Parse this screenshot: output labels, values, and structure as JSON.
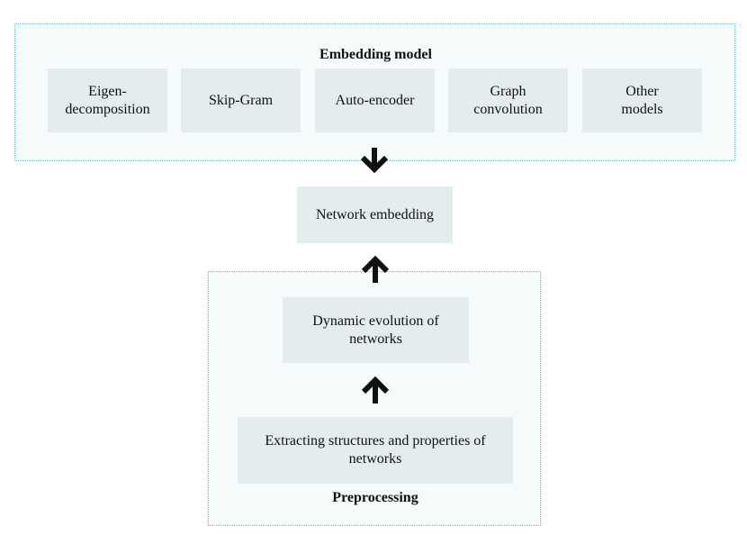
{
  "embedding_group": {
    "title": "Embedding model",
    "models": [
      {
        "label": "Eigen-\ndecomposition"
      },
      {
        "label": "Skip-Gram"
      },
      {
        "label": "Auto-encoder"
      },
      {
        "label": "Graph\nconvolution"
      },
      {
        "label": "Other\nmodels"
      }
    ]
  },
  "network_embedding": {
    "label": "Network embedding"
  },
  "preprocessing_group": {
    "title": "Preprocessing",
    "dynamic_evolution": {
      "label": "Dynamic evolution of\nnetworks"
    },
    "extracting": {
      "label": "Extracting structures and properties of\nnetworks"
    }
  },
  "colors": {
    "group_fill": "#f5fafb",
    "group_border": "#7fb3c6",
    "box_fill": "#e4ecee",
    "arrow": "#111111"
  },
  "icons": {
    "down_arrow": "arrow-down-icon",
    "up_arrow": "arrow-up-icon"
  }
}
